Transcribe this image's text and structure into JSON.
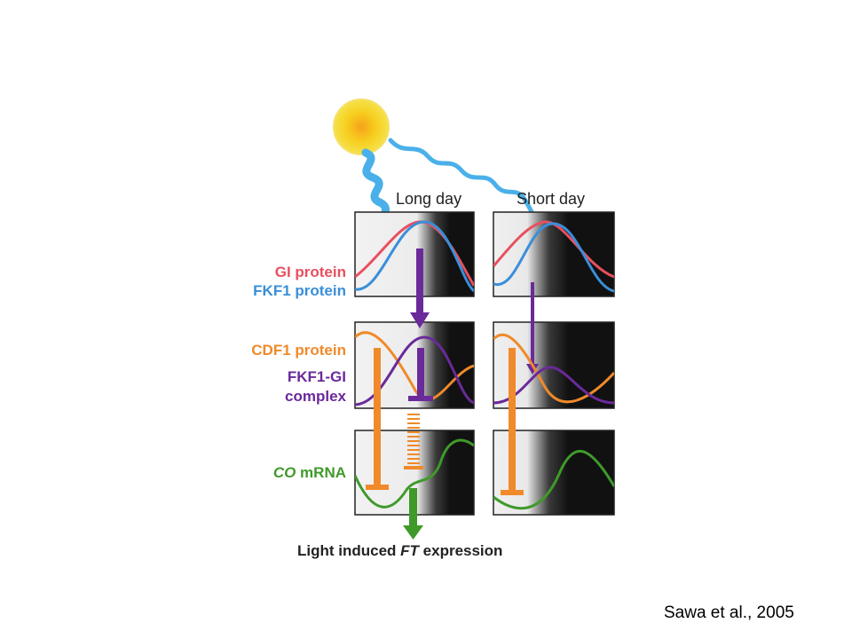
{
  "columns": {
    "long_day": "Long day",
    "short_day": "Short day"
  },
  "labels": {
    "gi": "GI protein",
    "fkf1": "FKF1 protein",
    "cdf1": "CDF1 protein",
    "complex_line1": "FKF1-GI",
    "complex_line2": "complex",
    "co_italic": "CO",
    "co_rest": " mRNA",
    "ft_prefix": "Light induced ",
    "ft_italic": "FT",
    "ft_suffix": " expression"
  },
  "citation": "Sawa et al., 2005",
  "colors": {
    "gi": "#e8505f",
    "fkf1": "#3a8fd9",
    "cdf1": "#f08a2a",
    "complex": "#6a2a9a",
    "co": "#3f9a2a",
    "sun": "#f7d21a",
    "light_ray": "#4ab0ea"
  }
}
